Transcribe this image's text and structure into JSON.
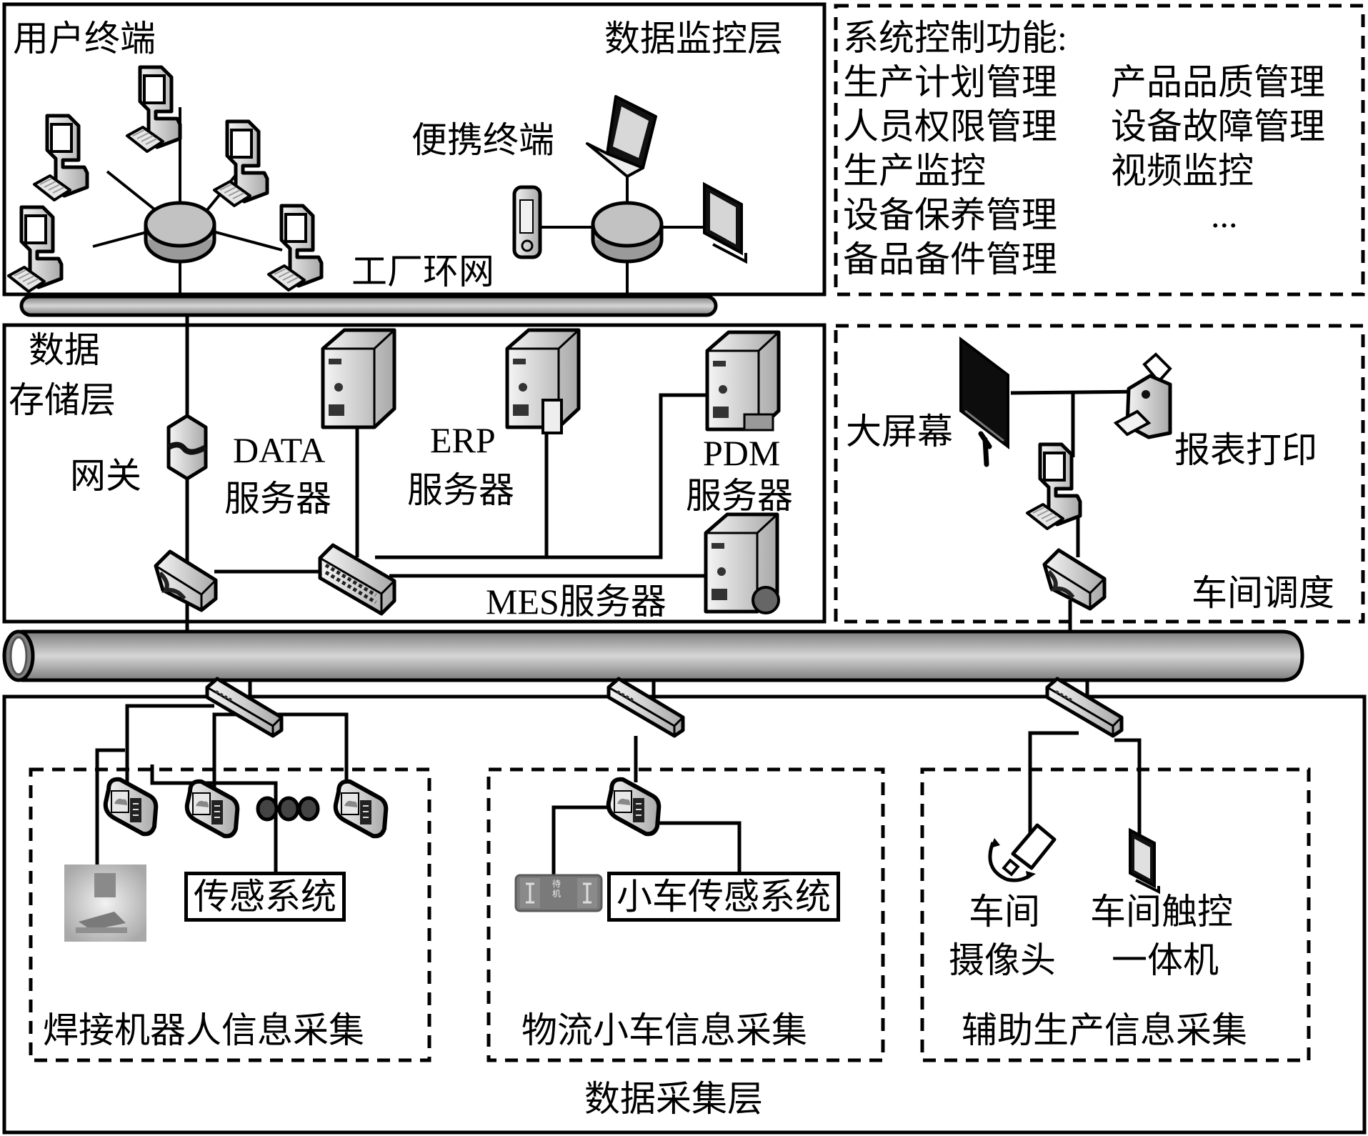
{
  "title": "MES system network architecture",
  "layers": {
    "monitoring": {
      "label": "数据监控层",
      "user_terminals_label": "用户终端",
      "portable_terminals_label": "便携终端",
      "ring_network_label": "工厂环网"
    },
    "system_functions": {
      "heading": "系统控制功能:",
      "rows": [
        [
          "生产计划管理",
          "产品品质管理"
        ],
        [
          "人员权限管理",
          "设备故障管理"
        ],
        [
          "生产监控",
          "视频监控"
        ],
        [
          "设备保养管理",
          "..."
        ],
        [
          "备品备件管理",
          ""
        ]
      ]
    },
    "storage": {
      "label_line1": "数据",
      "label_line2": "存储层",
      "gateway_label": "网关",
      "data_server_line1": "DATA",
      "data_server_line2": "服务器",
      "erp_server_line1": "ERP",
      "erp_server_line2": "服务器",
      "pdm_server_line1": "PDM",
      "pdm_server_line2": "服务器",
      "mes_server_label": "MES服务器"
    },
    "scheduling": {
      "label": "车间调度",
      "big_screen_label": "大屏幕",
      "report_print_label": "报表打印"
    },
    "collection": {
      "label": "数据采集层",
      "welding": {
        "label": "焊接机器人信息采集",
        "sensor_label": "传感系统"
      },
      "logistics": {
        "label": "物流小车信息采集",
        "sensor_label": "小车传感系统",
        "cart_status": "待机"
      },
      "auxiliary": {
        "label": "辅助生产信息采集",
        "camera_line1": "车间",
        "camera_line2": "摄像头",
        "touch_line1": "车间触控",
        "touch_line2": "一体机"
      }
    }
  },
  "colors": {
    "stroke": "#000000",
    "device_fill": "#d9d9d9",
    "hub_fill": "#b8b8b8",
    "pipe_light": "#d4d4d4",
    "pipe_dark": "#8a8a8a"
  }
}
